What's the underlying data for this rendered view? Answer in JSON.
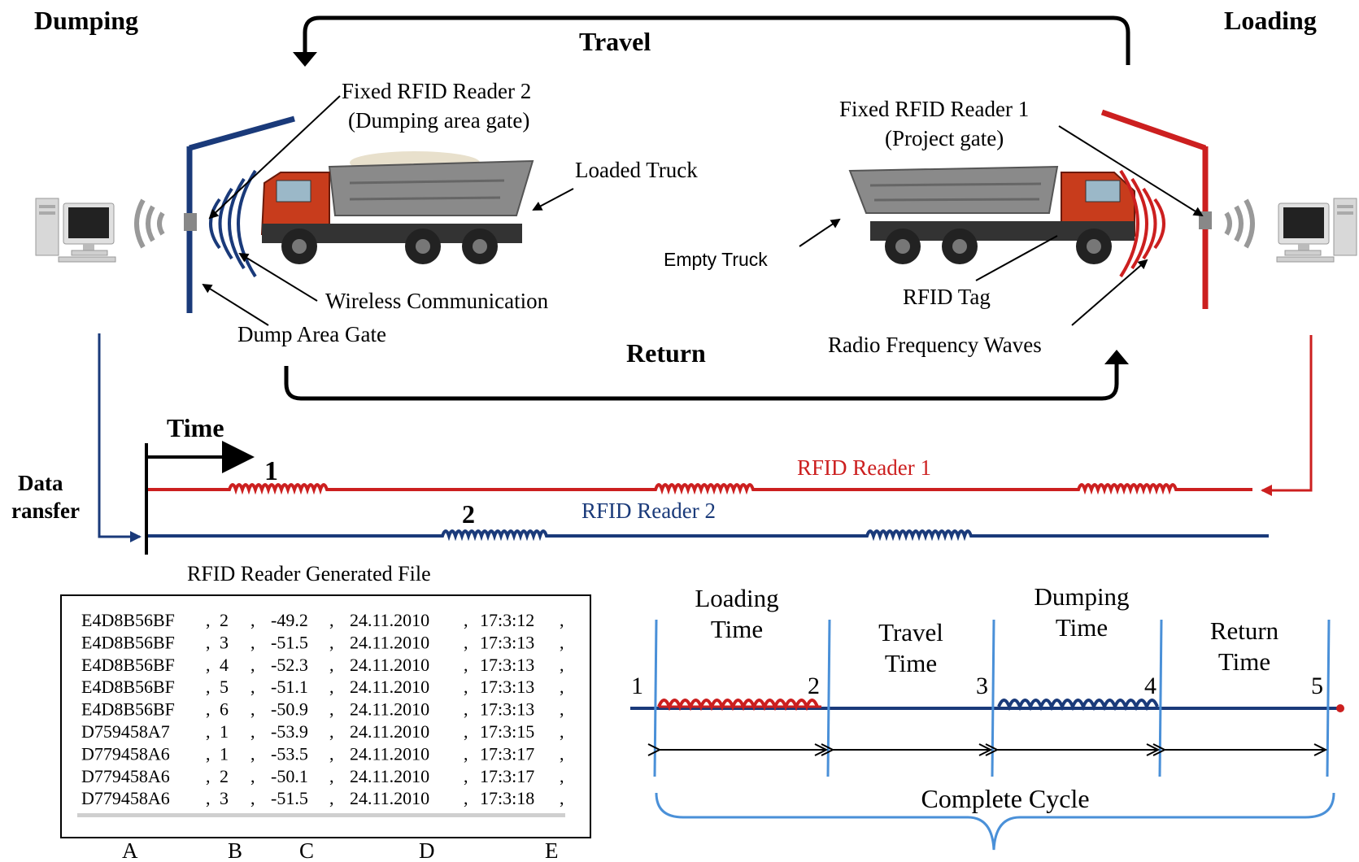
{
  "colors": {
    "reader1": "#cc1f1f",
    "reader2": "#1a3a7a",
    "cycle_axis": "#4a90d8",
    "arrow": "#000000"
  },
  "headers": {
    "dumping": "Dumping",
    "loading": "Loading",
    "travel": "Travel",
    "return": "Return",
    "time": "Time",
    "data_transfer_line1": "Data",
    "data_transfer_line2": "ransfer"
  },
  "labels": {
    "reader2_line1": "Fixed RFID Reader 2",
    "reader2_line2": "(Dumping area gate)",
    "reader1_line1": "Fixed RFID Reader 1",
    "reader1_line2": "(Project gate)",
    "loaded_truck": "Loaded Truck",
    "empty_truck": "Empty Truck",
    "wireless": "Wireless Communication",
    "dump_gate": "Dump Area Gate",
    "rfid_tag": "RFID Tag",
    "radio_waves": "Radio Frequency  Waves"
  },
  "signal": {
    "reader1_label": "RFID Reader 1",
    "reader2_label": "RFID Reader 2",
    "mark1": "1",
    "mark2": "2"
  },
  "file": {
    "title": "RFID Reader Generated File",
    "rows": [
      [
        "E4D8B56BF",
        "2",
        "-49.2",
        "24.11.2010",
        "17:3:12"
      ],
      [
        "E4D8B56BF",
        "3",
        "-51.5",
        "24.11.2010",
        "17:3:13"
      ],
      [
        "E4D8B56BF",
        "4",
        "-52.3",
        "24.11.2010",
        "17:3:13"
      ],
      [
        "E4D8B56BF",
        "5",
        "-51.1",
        "24.11.2010",
        "17:3:13"
      ],
      [
        "E4D8B56BF",
        "6",
        "-50.9",
        "24.11.2010",
        "17:3:13"
      ],
      [
        "D759458A7",
        "1",
        "-53.9",
        "24.11.2010",
        "17:3:15"
      ],
      [
        "D779458A6",
        "1",
        "-53.5",
        "24.11.2010",
        "17:3:17"
      ],
      [
        "D779458A6",
        "2",
        "-50.1",
        "24.11.2010",
        "17:3:17"
      ],
      [
        "D779458A6",
        "3",
        "-51.5",
        "24.11.2010",
        "17:3:18"
      ]
    ],
    "columns": [
      "A",
      "B",
      "C",
      "D",
      "E"
    ]
  },
  "cycle": {
    "loading_line1": "Loading",
    "loading_line2": "Time",
    "travel_line1": "Travel",
    "travel_line2": "Time",
    "dumping_line1": "Dumping",
    "dumping_line2": "Time",
    "return_line1": "Return",
    "return_line2": "Time",
    "points": [
      "1",
      "2",
      "3",
      "4",
      "5"
    ],
    "complete": "Complete Cycle"
  }
}
